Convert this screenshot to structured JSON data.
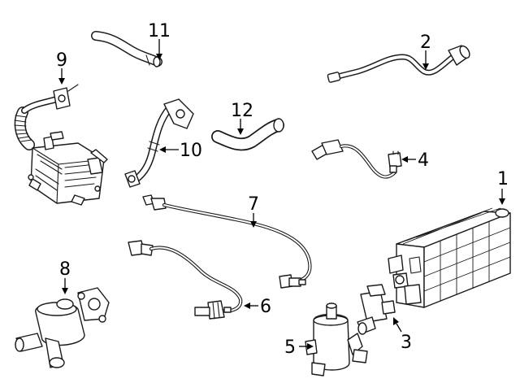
{
  "callouts": {
    "c1": "1",
    "c2": "2",
    "c3": "3",
    "c4": "4",
    "c5": "5",
    "c6": "6",
    "c7": "7",
    "c8": "8",
    "c9": "9",
    "c10": "10",
    "c11": "11",
    "c12": "12"
  },
  "colors": {
    "line": "#1a1a1a",
    "background": "#ffffff",
    "text": "#000000"
  }
}
